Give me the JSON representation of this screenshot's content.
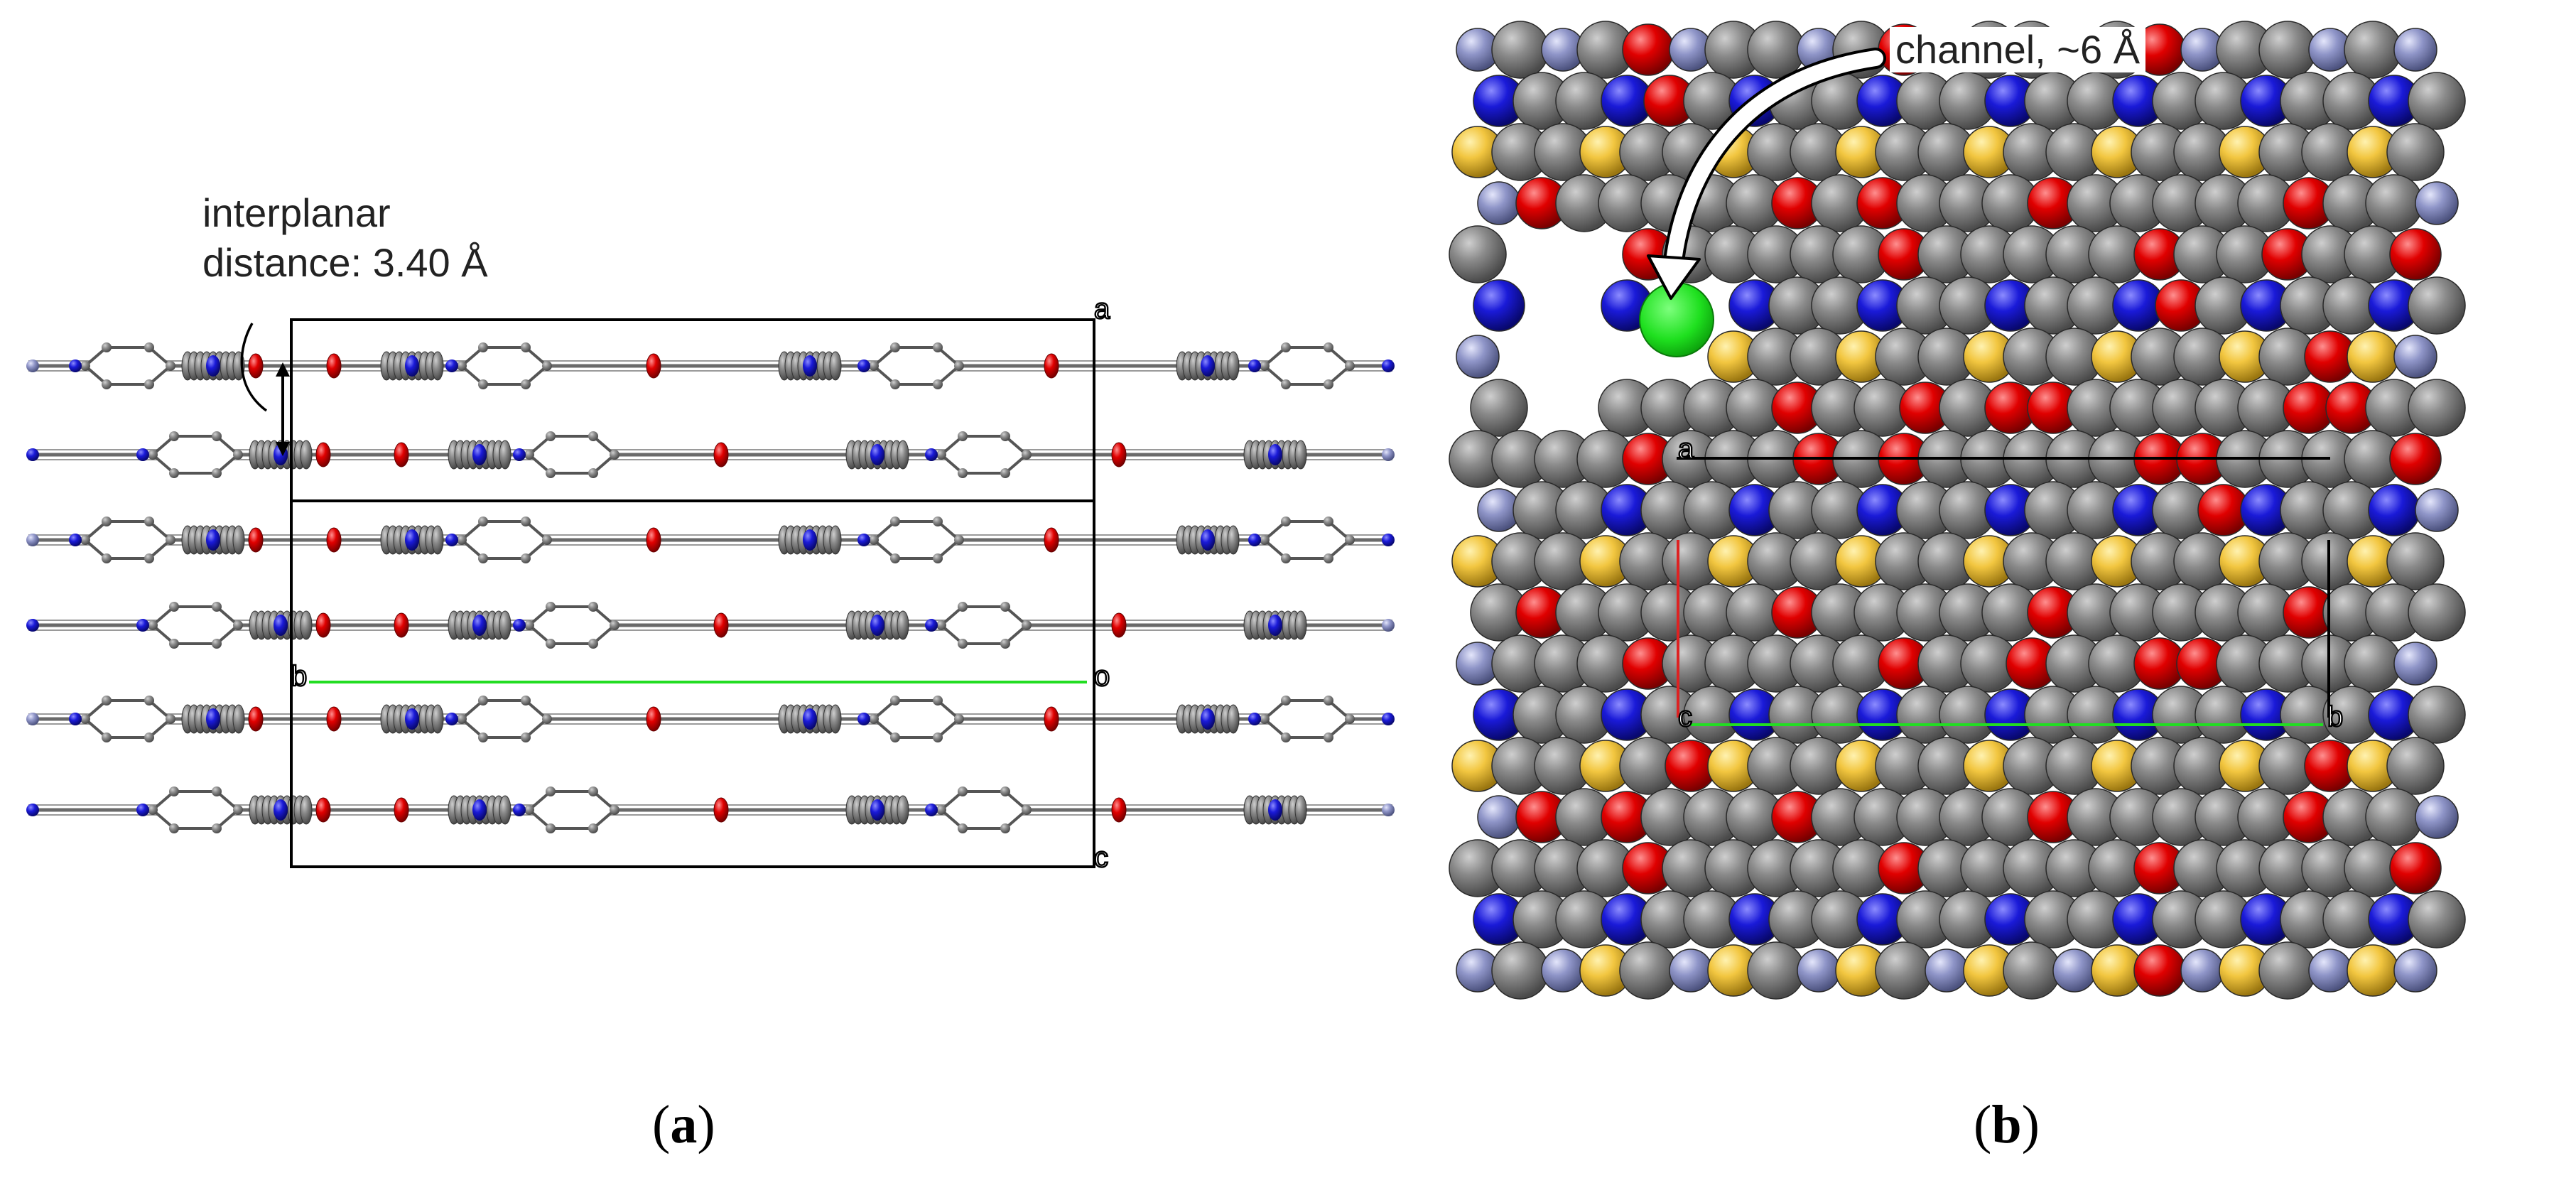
{
  "panel_a": {
    "annotation_line1": "interplanar",
    "annotation_line2": "distance: 3.40 Å",
    "axis_labels": {
      "a": "a",
      "b": "b",
      "o": "o",
      "c": "c"
    },
    "caption_letter": "a"
  },
  "panel_b": {
    "annotation": "channel, ~6 Å",
    "axis_labels": {
      "a": "a",
      "c": "c",
      "b": "b"
    },
    "caption_letter": "b"
  },
  "colors": {
    "carbon": "#7a7a7a",
    "oxygen": "#e00000",
    "nitrogen": "#1a1ad8",
    "sulfur": "#f2c640",
    "terminal": "#8f95c8",
    "channel_marker": "#1fe01f",
    "cell_b_axis": "#22dd22",
    "cell_c_axis": "#dd2222"
  }
}
